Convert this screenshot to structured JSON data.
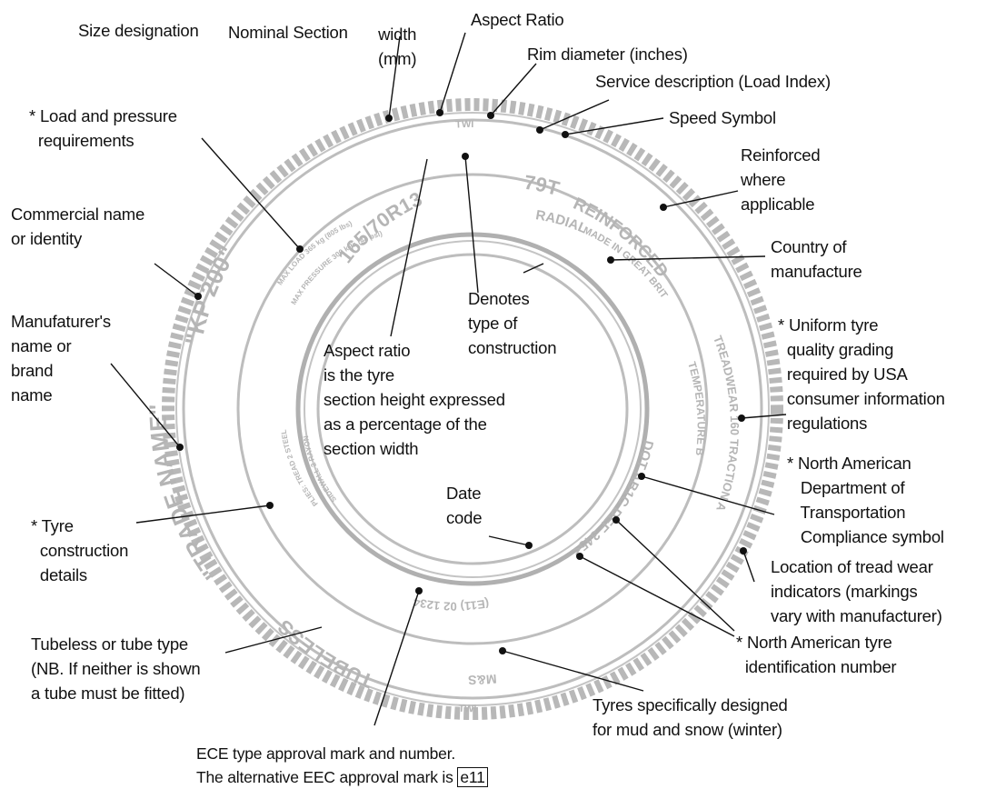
{
  "labels": {
    "size_designation": "Size designation",
    "nominal_section": "Nominal Section",
    "width_mm": "width\n(mm)",
    "aspect_ratio": "Aspect Ratio",
    "rim_diameter": "Rim diameter (inches)",
    "service_description": "Service description (Load Index)",
    "speed_symbol": "Speed Symbol",
    "load_pressure": "* Load and pressure\n  requirements",
    "reinforced": "Reinforced\nwhere\napplicable",
    "commercial_name": "Commercial name\nor identity",
    "country": "Country of\nmanufacture",
    "manufacturer": "Manufaturer's\nname or\nbrand\nname",
    "denotes": "Denotes\ntype of\nconstruction",
    "aspect_explain": "Aspect ratio\nis the tyre\nsection height expressed\nas a percentage of the\nsection width",
    "utqg": "* Uniform tyre\n  quality grading\n  required by USA\n  consumer information\n  regulations",
    "dot": "* North American\n   Department of\n   Transportation\n   Compliance symbol",
    "date_code": "Date\ncode",
    "construction_details": "* Tyre\n  construction\n  details",
    "tread_wear": "Location of tread wear\nindicators (markings\nvary with manufacturer)",
    "tubeless": "Tubeless or tube type\n(NB. If neither is shown\na tube must be fitted)",
    "tyre_id": "* North American tyre\n  identification number",
    "mud_snow": "Tyres specifically designed\nfor mud and snow (winter)",
    "ece": "ECE type approval mark and number.",
    "eec_prefix": "The alternative EEC approval mark is",
    "eec_mark": "e11"
  },
  "tyre_markings": {
    "size": "165/70R13",
    "service": "79T",
    "reinforced": "REINFORCED",
    "radial": "RADIAL",
    "made_in": "MADE IN GREAT BRITAIN",
    "trade_name": "\"TRADE NAME\"",
    "commercial": "\"KP 200\"",
    "treadwear": "TREADWEAR 160 TRACTION A",
    "temperature": "TEMPERATURE B",
    "dot": "DOT AB1C DEF 345<",
    "ece_mark": "(E11) 02 1234",
    "tubeless": "TUBELESS",
    "ms": "M&S",
    "twi": "TWI",
    "load_small_1": "MAX LOAD 365 kg (805 lbs)",
    "load_small_2": "MAX PRESSURE 300 kPa (44 psi)",
    "construction_small_1": "PLIES: TREAD 2 STEEL",
    "construction_small_2": "SIDEWALL 2 RAYON"
  },
  "colors": {
    "tyre_text": "#b5b5b5",
    "ring": "#b8b8b8",
    "line": "#111111"
  }
}
